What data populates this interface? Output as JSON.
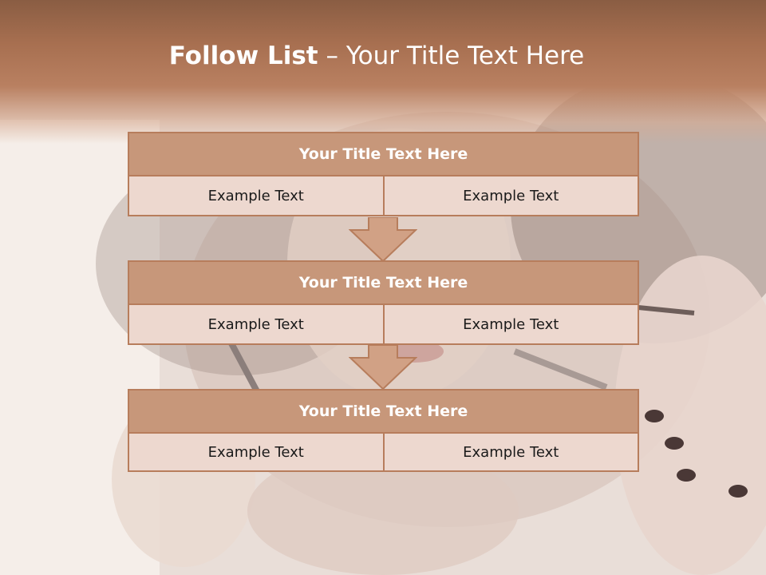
{
  "slide": {
    "title_bold": "Follow List",
    "title_rest": " – Your Title Text Here",
    "blocks": [
      {
        "title": "Your Title Text Here",
        "left": "Example Text",
        "right": "Example Text"
      },
      {
        "title": "Your Title Text Here",
        "left": "Example Text",
        "right": "Example Text"
      },
      {
        "title": "Your Title Text Here",
        "left": "Example Text",
        "right": "Example Text"
      }
    ]
  },
  "colors": {
    "header_band": "#a76f50",
    "block_title_fill": "#c7977a",
    "cell_fill": "#edd8cf",
    "border": "#b77d5c"
  }
}
